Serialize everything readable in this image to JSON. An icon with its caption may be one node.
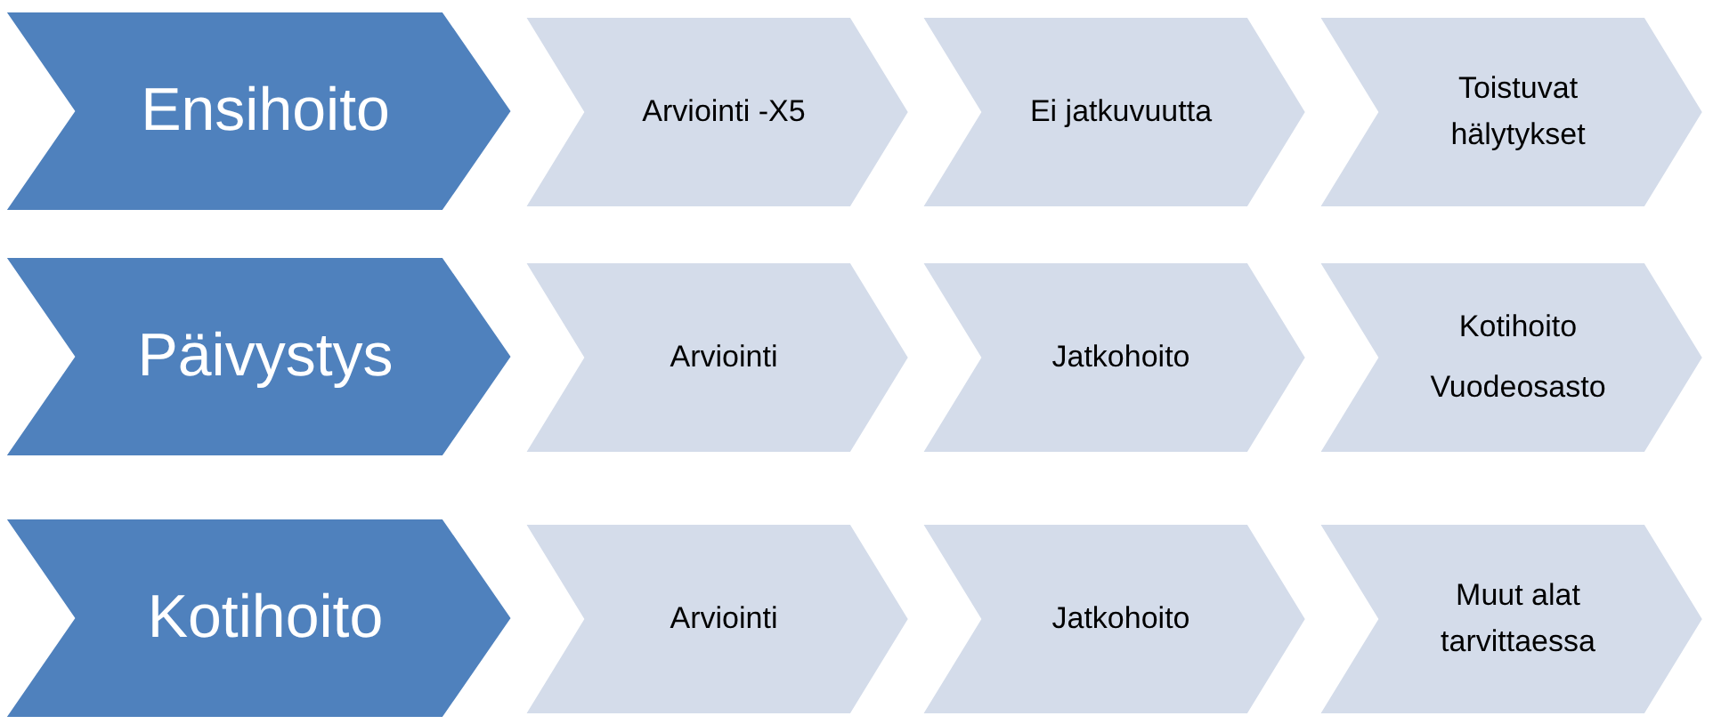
{
  "diagram": {
    "nodes": [
      {
        "text": [
          "Ensihoito"
        ]
      },
      {
        "text": [
          "Arviointi -X5"
        ]
      },
      {
        "text": [
          "Ei jatkuvuutta"
        ]
      },
      {
        "text": [
          "Toistuvat hälytykset"
        ]
      },
      {
        "text": [
          "Päivystys"
        ]
      },
      {
        "text": [
          "Arviointi"
        ]
      },
      {
        "text": [
          "Jatkohoito"
        ]
      },
      {
        "text": [
          "Kotihoito",
          "Vuodeosasto"
        ]
      },
      {
        "text": [
          "Kotihoito"
        ]
      },
      {
        "text": [
          "Arviointi"
        ]
      },
      {
        "text": [
          "Jatkohoito"
        ]
      },
      {
        "text": [
          "Muut alat tarvittaessa"
        ]
      }
    ]
  }
}
